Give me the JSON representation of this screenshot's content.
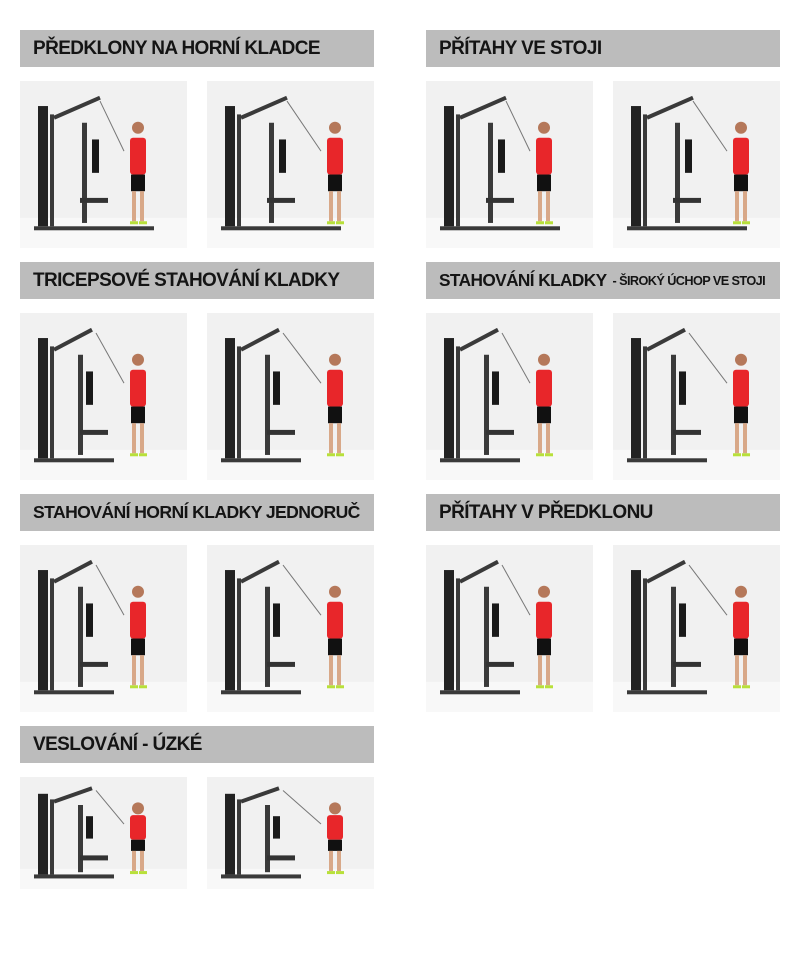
{
  "sections": [
    {
      "title": "PŘEDKLONY NA HORNÍ KLADCE",
      "subtitle": "",
      "photos": [
        "exercise-photo-start",
        "exercise-photo-end"
      ]
    },
    {
      "title": "PŘÍTAHY VE STOJI",
      "subtitle": "",
      "photos": [
        "exercise-photo-start",
        "exercise-photo-end"
      ]
    },
    {
      "title": "TRICEPSOVÉ STAHOVÁNÍ KLADKY",
      "subtitle": "",
      "photos": [
        "exercise-photo-start",
        "exercise-photo-end"
      ]
    },
    {
      "title": "STAHOVÁNÍ KLADKY",
      "subtitle": "- ŠIROKÝ ÚCHOP VE STOJI",
      "photos": [
        "exercise-photo-start",
        "exercise-photo-end"
      ]
    },
    {
      "title": "STAHOVÁNÍ HORNÍ KLADKY JEDNORUČ",
      "subtitle": "",
      "photos": [
        "exercise-photo-start",
        "exercise-photo-end"
      ]
    },
    {
      "title": "PŘÍTAHY V PŘEDKLONU",
      "subtitle": "",
      "photos": [
        "exercise-photo-start",
        "exercise-photo-end"
      ]
    },
    {
      "title": "VESLOVÁNÍ - ÚZKÉ",
      "subtitle": "",
      "photos": [
        "exercise-photo-start",
        "exercise-photo-end"
      ]
    }
  ],
  "colors": {
    "header_bg": "#bcbcbc",
    "header_text": "#141414",
    "shirt": "#e8262a",
    "machine": "#3a3a3a"
  }
}
